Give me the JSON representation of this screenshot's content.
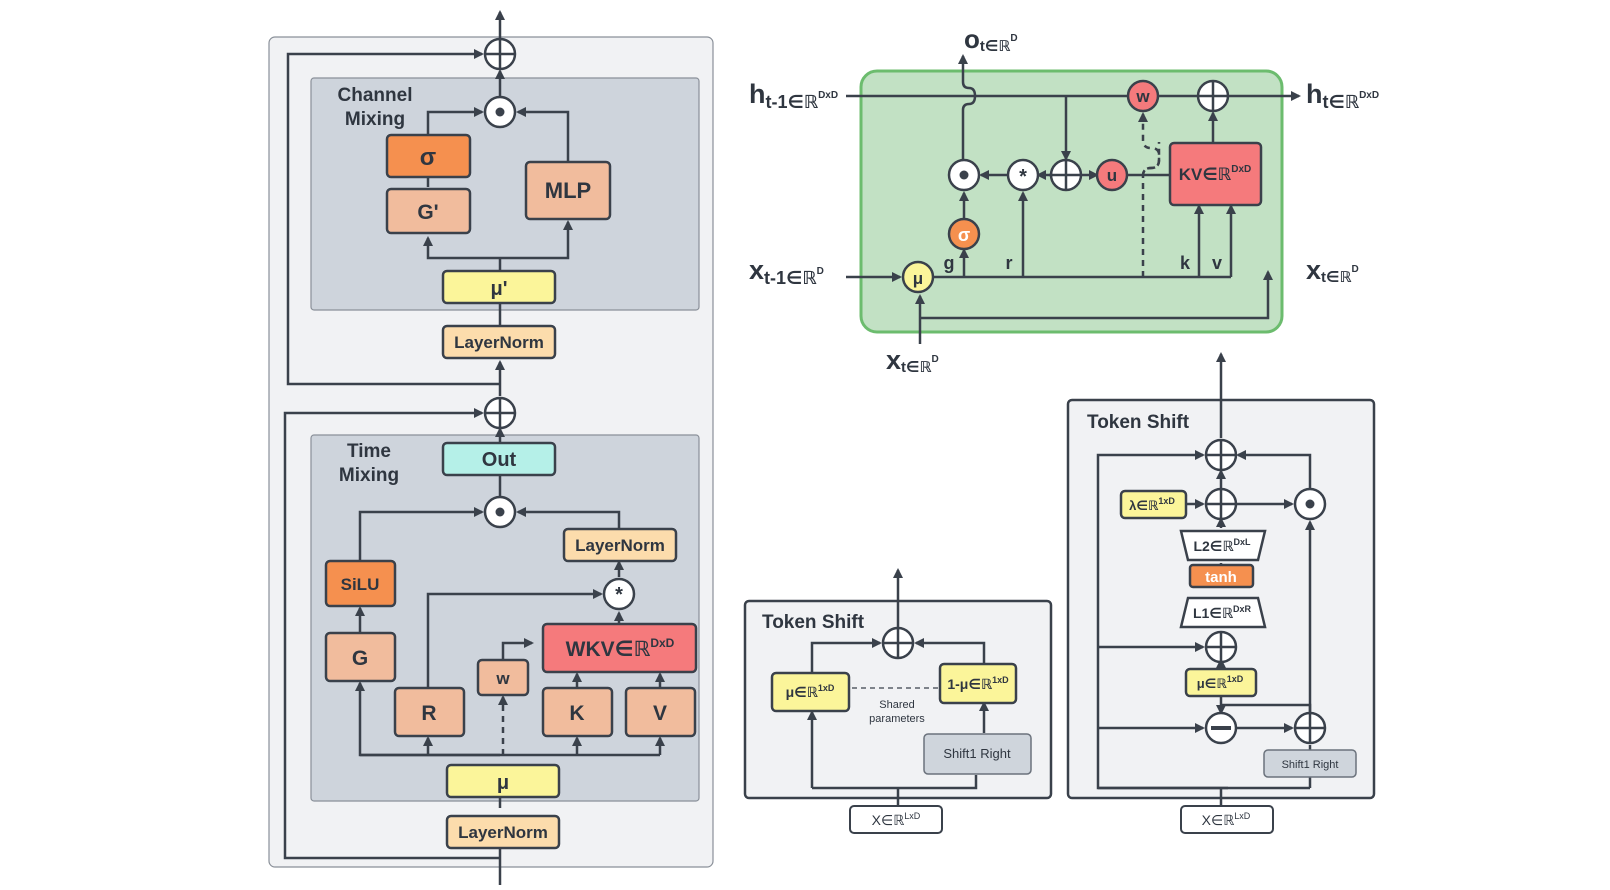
{
  "block": {
    "channel_mixing": {
      "title_1": "Channel",
      "title_2": "Mixing",
      "sigma": "σ",
      "g_prime": "G'",
      "mlp": "MLP",
      "mu_prime": "μ'",
      "layernorm": "LayerNorm"
    },
    "time_mixing": {
      "title_1": "Time",
      "title_2": "Mixing",
      "out": "Out",
      "layernorm_inner": "LayerNorm",
      "silu": "SiLU",
      "g": "G",
      "r": "R",
      "w": "w",
      "wkv": "WKV∈ℝ",
      "wkv_sup": "DxD",
      "k": "K",
      "v": "V",
      "mu": "μ",
      "layernorm": "LayerNorm"
    }
  },
  "recurrence": {
    "o_label": "o",
    "o_sub": "t∈ℝ",
    "o_sup": "D",
    "h_prev": "h",
    "h_prev_sub": "t-1∈ℝ",
    "h_prev_sup": "DxD",
    "h_next": "h",
    "h_next_sub": "t∈ℝ",
    "h_next_sup": "DxD",
    "x_prev": "x",
    "x_prev_sub": "t-1∈ℝ",
    "x_prev_sup": "D",
    "x_next": "x",
    "x_next_sub": "t∈ℝ",
    "x_next_sup": "D",
    "x_in": "x",
    "x_in_sub": "t∈ℝ",
    "x_in_sup": "D",
    "w": "w",
    "u": "u",
    "sigma": "σ",
    "mu": "μ",
    "kv": "KV∈ℝ",
    "kv_sup": "DxD",
    "g": "g",
    "r": "r",
    "k": "k",
    "v": "v"
  },
  "token_shift_a": {
    "title": "Token Shift",
    "mu": "μ∈ℝ",
    "mu_sup": "1xD",
    "one_minus_mu": "1-μ∈ℝ",
    "one_minus_mu_sup": "1xD",
    "shared_1": "Shared",
    "shared_2": "parameters",
    "shift": "Shift1 Right",
    "input": "X∈ℝ",
    "input_sup": "LxD"
  },
  "token_shift_b": {
    "title": "Token Shift",
    "lambda": "λ∈ℝ",
    "lambda_sup": "1xD",
    "l2": "L2∈ℝ",
    "l2_sup": "DxL",
    "tanh": "tanh",
    "l1": "L1∈ℝ",
    "l1_sup": "DxR",
    "mu": "μ∈ℝ",
    "mu_sup": "1xD",
    "shift": "Shift1 Right",
    "input": "X∈ℝ",
    "input_sup": "LxD"
  },
  "colors": {
    "stroke": "#3a414b",
    "panel_outer": "#f1f2f4",
    "panel_inner": "#ced4dc",
    "orange_dark": "#f5904f",
    "orange_light": "#f1bc9d",
    "yellow": "#fbf59a",
    "cream": "#fcdcac",
    "cyan": "#b5f0e8",
    "red": "#f57a7c",
    "green_fill": "#c2e1c4",
    "green_stroke": "#6cbc6e",
    "gray_box": "#cfd5dc"
  }
}
